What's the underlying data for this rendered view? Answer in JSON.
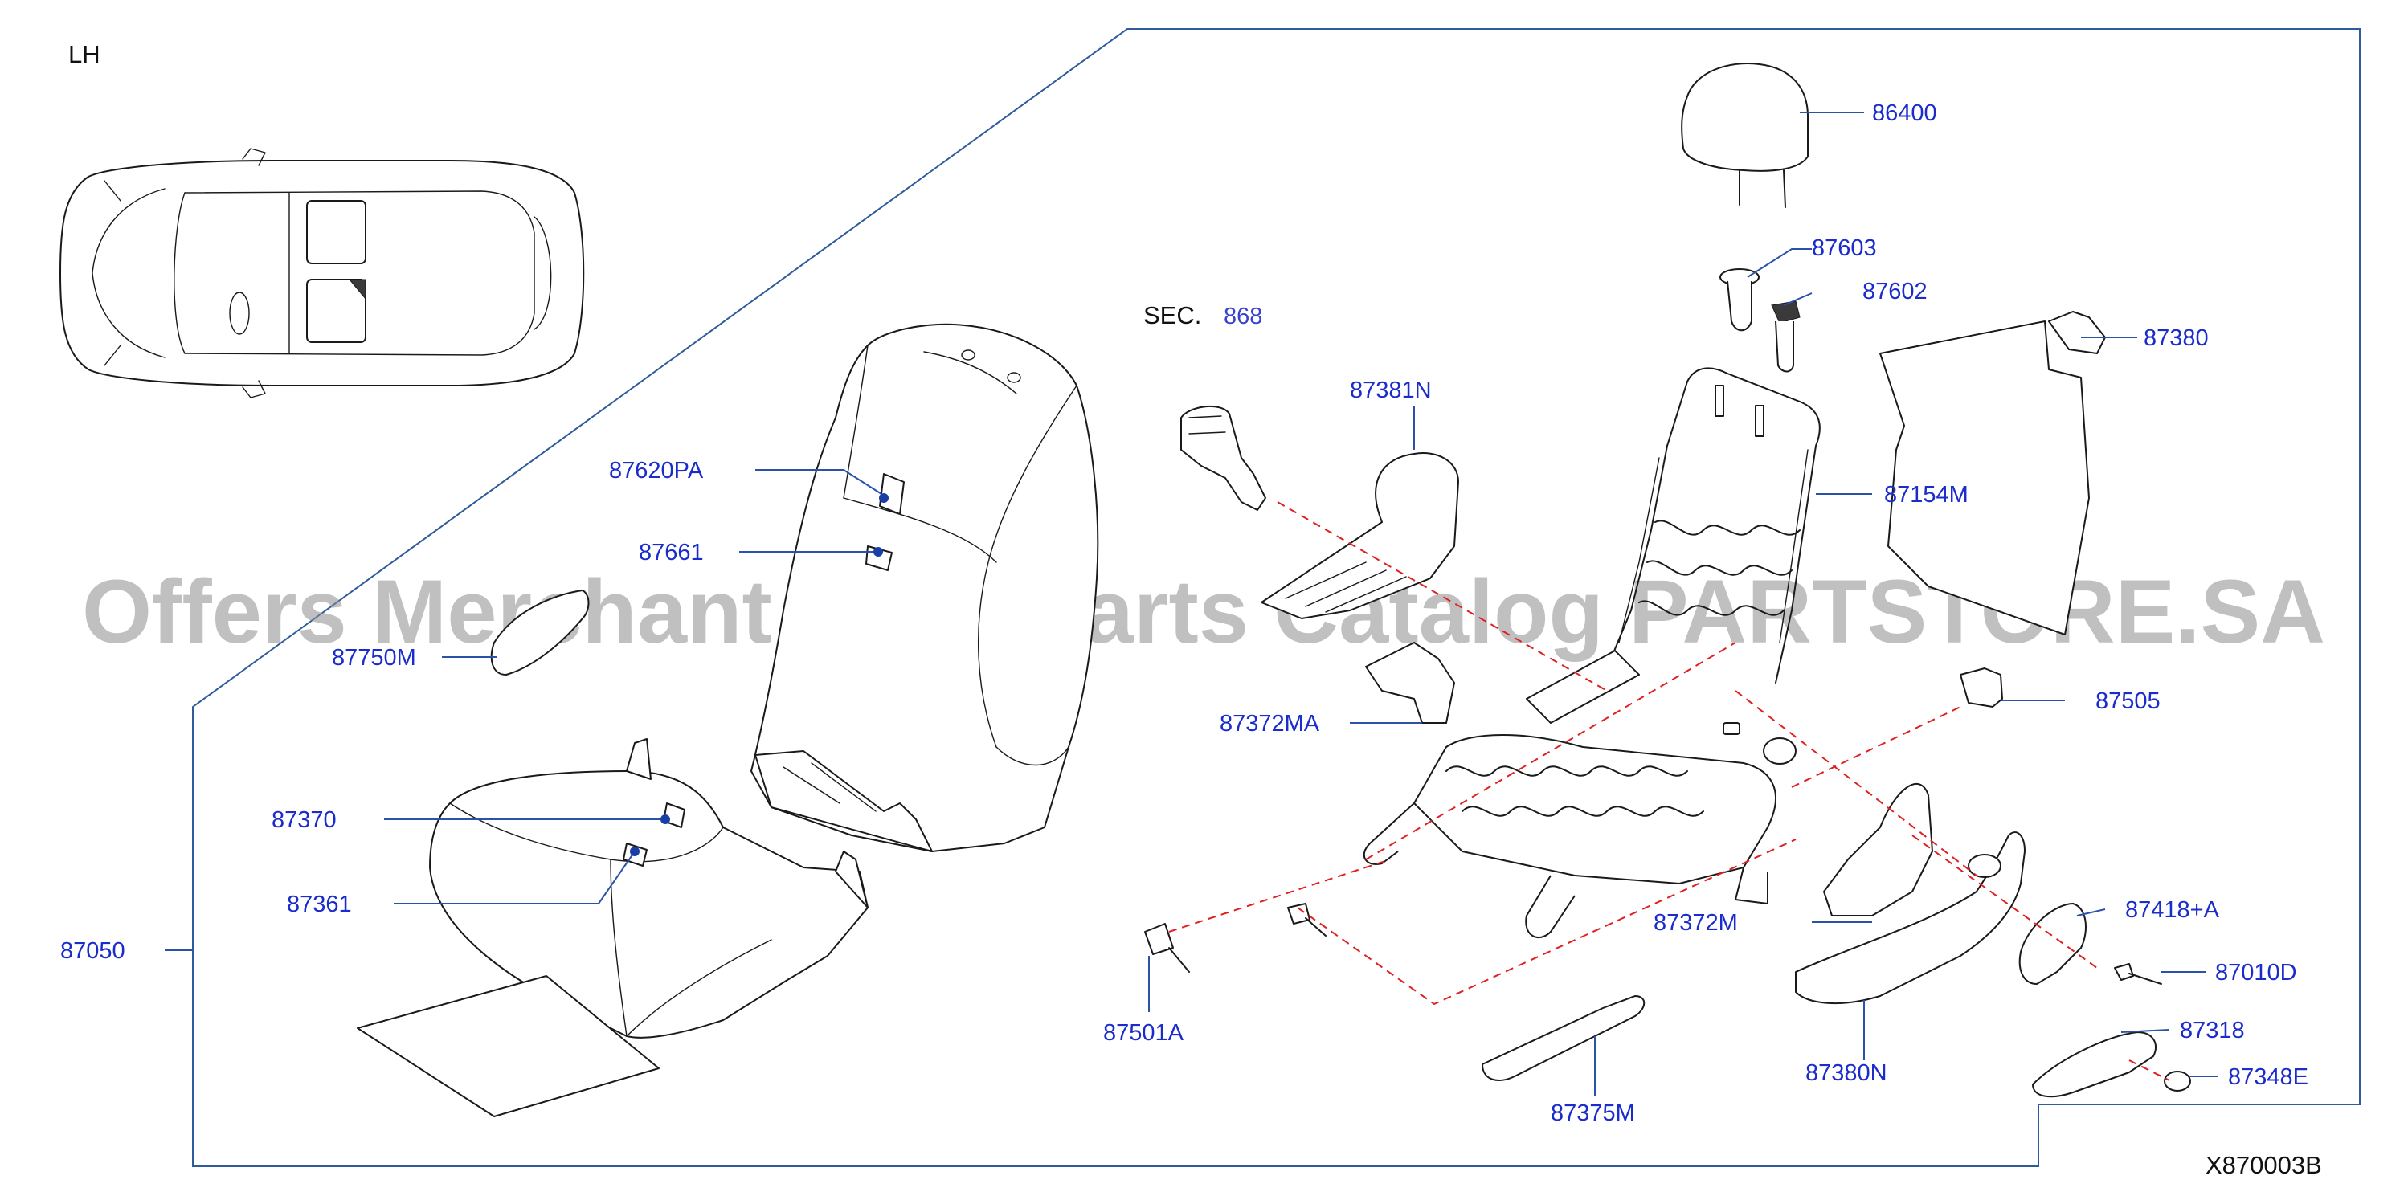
{
  "side_label": "LH",
  "diagram_code": "X870003B",
  "watermark": "Offers Merchant Auto Parts Catalog PARTSTORE.SA",
  "section_ref": {
    "prefix": "SEC.",
    "number": "868"
  },
  "colors": {
    "label": "#1a2ccc",
    "frame": "#2e5b9a",
    "dashed_guide": "#e02020",
    "line_art": "#1a1a1a"
  },
  "parts": [
    "86400",
    "87603",
    "87602",
    "87380",
    "87381N",
    "87154M",
    "87620PA",
    "87661",
    "87750M",
    "87372MA",
    "87505",
    "87370",
    "87361",
    "87050",
    "87372M",
    "87418+A",
    "87010D",
    "87318",
    "87348E",
    "87501A",
    "87380N",
    "87375M"
  ]
}
